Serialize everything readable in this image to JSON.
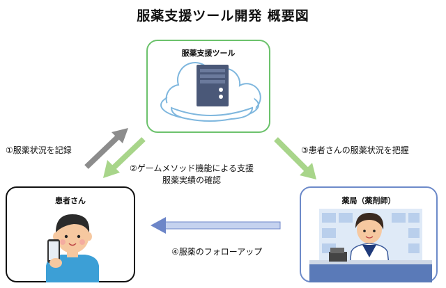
{
  "title": "服薬支援ツール開発 概要図",
  "tool": {
    "label": "服薬支援ツール",
    "icon": "cloud-server-icon"
  },
  "patient": {
    "label": "患者さん",
    "icon": "patient-smartphone-icon"
  },
  "pharmacy": {
    "label": "薬局（薬剤師）",
    "icon": "pharmacist-counter-icon"
  },
  "steps": {
    "s1": "①服薬状況を記録",
    "s2_line1": "②ゲームメソッド機能による支援",
    "s2_line2": "服薬実績の確認",
    "s3": "③患者さんの服薬状況を把握",
    "s4": "④服薬のフォローアップ"
  },
  "colors": {
    "tool_border": "#6cc26c",
    "pharmacy_border": "#6d8ac9",
    "arrow_gray": "#8c8c8c",
    "arrow_green": "#a8d58a",
    "arrow_blue": "#6d86c8"
  }
}
